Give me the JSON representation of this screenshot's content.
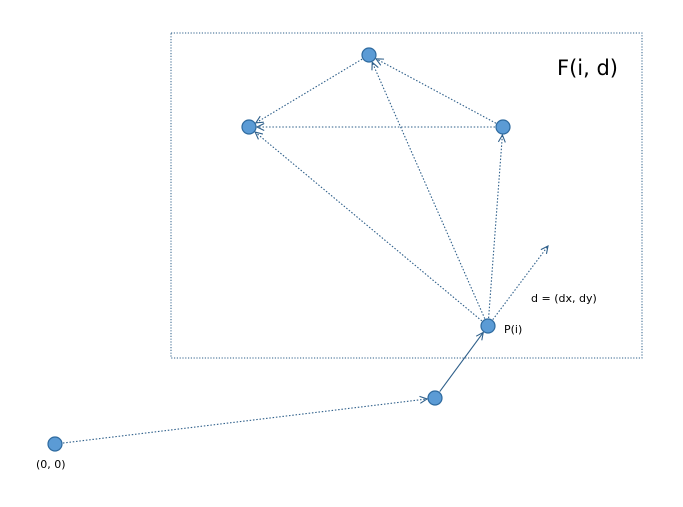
{
  "colors": {
    "node_fill": "#5b9bd5",
    "node_stroke": "#2e6a9f",
    "edge": "#2e5f8a",
    "frame": "#2e5f8a",
    "text": "#000000"
  },
  "labels": {
    "frame_title": "F(i, d)",
    "direction": "d = (dx, dy)",
    "point_p": "P(i)",
    "origin": "(0, 0)"
  },
  "nodes": [
    {
      "id": "top"
    },
    {
      "id": "left"
    },
    {
      "id": "right"
    },
    {
      "id": "p"
    },
    {
      "id": "mid"
    },
    {
      "id": "origin"
    }
  ],
  "edges": [
    {
      "from": "origin",
      "to": "mid",
      "style": "dotted"
    },
    {
      "from": "mid",
      "to": "p",
      "style": "solid"
    },
    {
      "from": "p",
      "to": "top",
      "style": "dotted"
    },
    {
      "from": "p",
      "to": "left",
      "style": "dotted"
    },
    {
      "from": "p",
      "to": "right",
      "style": "dotted"
    },
    {
      "from": "right",
      "to": "left",
      "style": "dotted"
    },
    {
      "from": "right",
      "to": "top",
      "style": "dotted"
    },
    {
      "from": "top",
      "to": "left",
      "style": "dotted"
    },
    {
      "from": "p",
      "to": "direction-tip",
      "style": "dotted"
    }
  ]
}
